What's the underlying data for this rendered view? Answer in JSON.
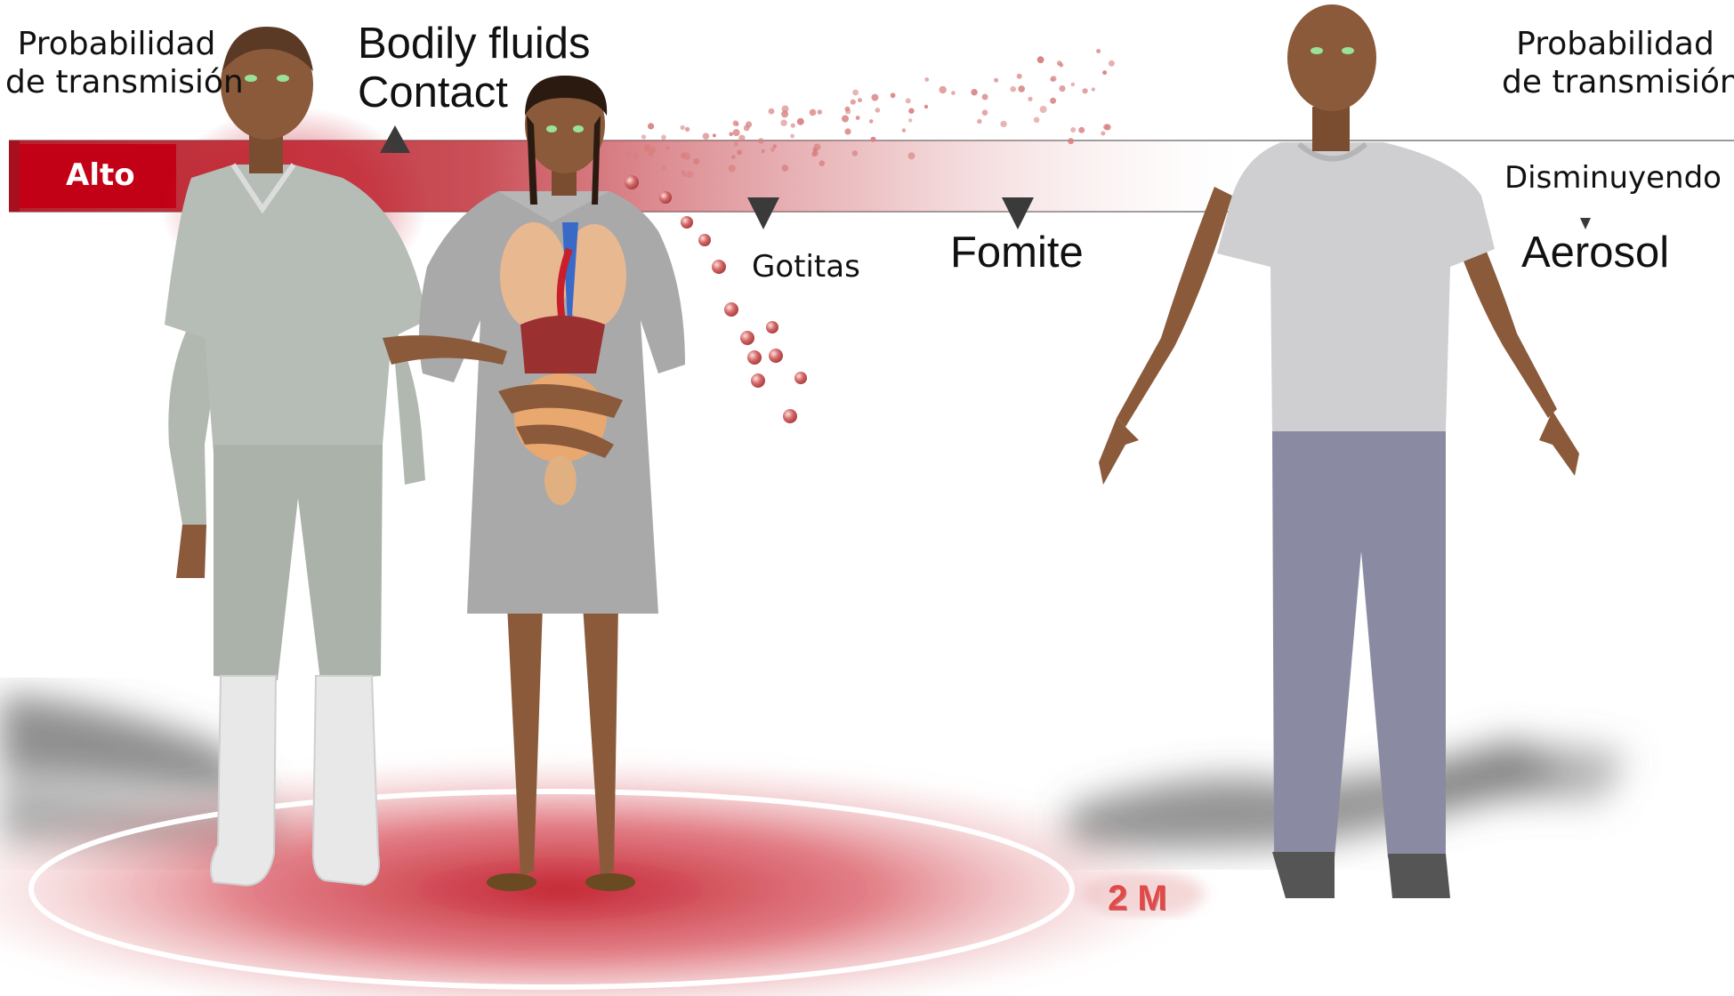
{
  "labels": {
    "prob_left_line1": "Probabilidad",
    "prob_left_line2": "de transmisión",
    "prob_right_line1": "Probabilidad",
    "prob_right_line2": "de transmisión",
    "bodily_fluids": "Bodily fluids",
    "contact": "Contact",
    "alto": "Alto",
    "disminuyendo": "Disminuyendo",
    "gotitas": "Gotitas",
    "fomite": "Fomite",
    "aerosol": "Aerosol",
    "distance": "2 M"
  },
  "colors": {
    "high_risk_red": "#c20016",
    "gradient_red": "#b8202c",
    "marker_gray": "#3a3a3a",
    "droplet_red": "#d06a6a",
    "skin_brown": "#8a5a3a"
  },
  "icons": {
    "health_worker": "man-in-scrubs-and-boots",
    "patient": "woman-with-visible-organs",
    "bystander": "man-in-tshirt-arms-open"
  }
}
